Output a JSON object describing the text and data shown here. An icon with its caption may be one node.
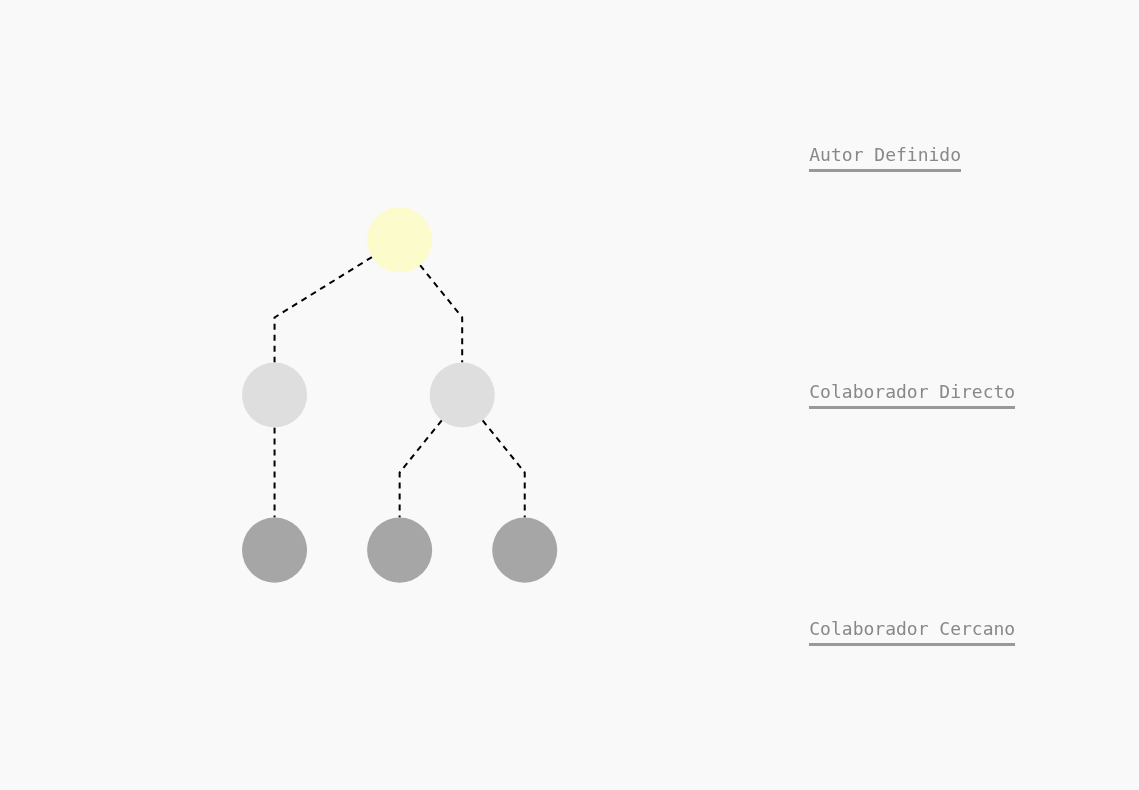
{
  "diagram": {
    "nodes": [
      {
        "text": [],
        "shape": "circle"
      },
      {
        "text": [],
        "shape": "circle"
      },
      {
        "text": [],
        "shape": "circle"
      },
      {
        "text": [],
        "shape": "circle"
      },
      {
        "text": [],
        "shape": "circle"
      },
      {
        "text": [],
        "shape": "circle"
      }
    ],
    "edges": [
      {
        "from": 0,
        "to": 1,
        "arrow": "none",
        "style": "dashed"
      },
      {
        "from": 0,
        "to": 2,
        "arrow": "none",
        "style": "dashed"
      },
      {
        "from": 1,
        "to": 3,
        "arrow": "none",
        "style": "dashed"
      },
      {
        "from": 2,
        "to": 4,
        "arrow": "none",
        "style": "dashed"
      },
      {
        "from": 2,
        "to": 5,
        "arrow": "none",
        "style": "dashed"
      }
    ],
    "labels": [
      "Autor Definido",
      "Colaborador Directo",
      "Colaborador Cercano"
    ]
  }
}
